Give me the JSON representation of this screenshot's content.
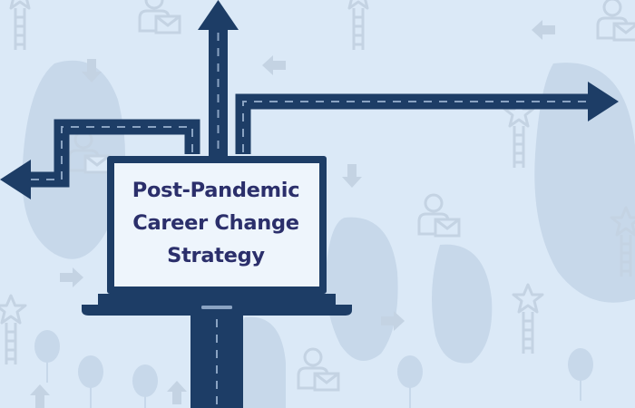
{
  "headline": {
    "line1": "Post-Pandemic",
    "line2": "Career Change",
    "line3": "Strategy"
  },
  "colors": {
    "background": "#dbe9f7",
    "blob": "#c7d8ea",
    "icon_faint": "#c4d3e3",
    "road": "#1d3d66",
    "road_dash": "#8aa3c2",
    "laptop_body": "#1d3d66",
    "laptop_screen": "#eef5fc",
    "headline_text": "#2b2f6b"
  },
  "icons": [
    "ladder-star-icon",
    "person-envelope-icon",
    "arrow-icon",
    "tree-icon"
  ]
}
